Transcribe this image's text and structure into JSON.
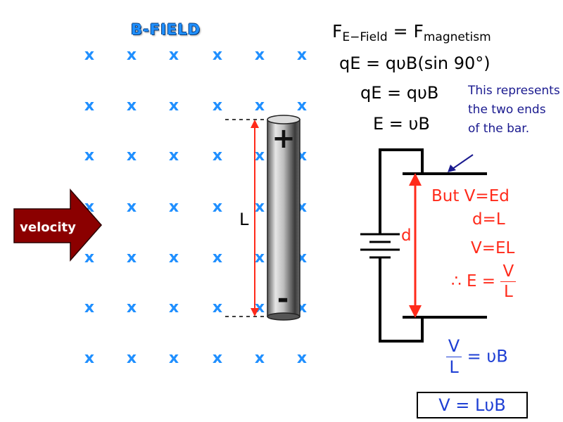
{
  "title": "B-FIELD",
  "field_mark": "x",
  "grid": {
    "cols": 6,
    "rows": 7
  },
  "velocity_label": "velocity",
  "bar": {
    "plus": "+",
    "minus": "-",
    "length_label": "L"
  },
  "equations": {
    "line1": {
      "left": "F",
      "left_sub": "E−Field",
      "mid": " = F",
      "right_sub": "magnetism"
    },
    "line2": "qE = qυB(sin 90°)",
    "line3": "qE = qυB",
    "line4": "E = υB"
  },
  "note": "This represents the two ends of the bar.",
  "circuit": {
    "d_label": "d",
    "red_lines": {
      "l1": "But V=Ed",
      "l2": "d=L",
      "l3": "V=EL",
      "therefore": "∴ E =",
      "frac_num": "V",
      "frac_den": "L"
    }
  },
  "result": {
    "frac_num": "V",
    "frac_den": "L",
    "rhs": "= υB",
    "boxed": "V = LυB"
  },
  "colors": {
    "field_x": "#1f8fff",
    "arrow_fill": "#8b0000",
    "red": "#ff2a1a",
    "note_blue": "#1a1a8f"
  }
}
